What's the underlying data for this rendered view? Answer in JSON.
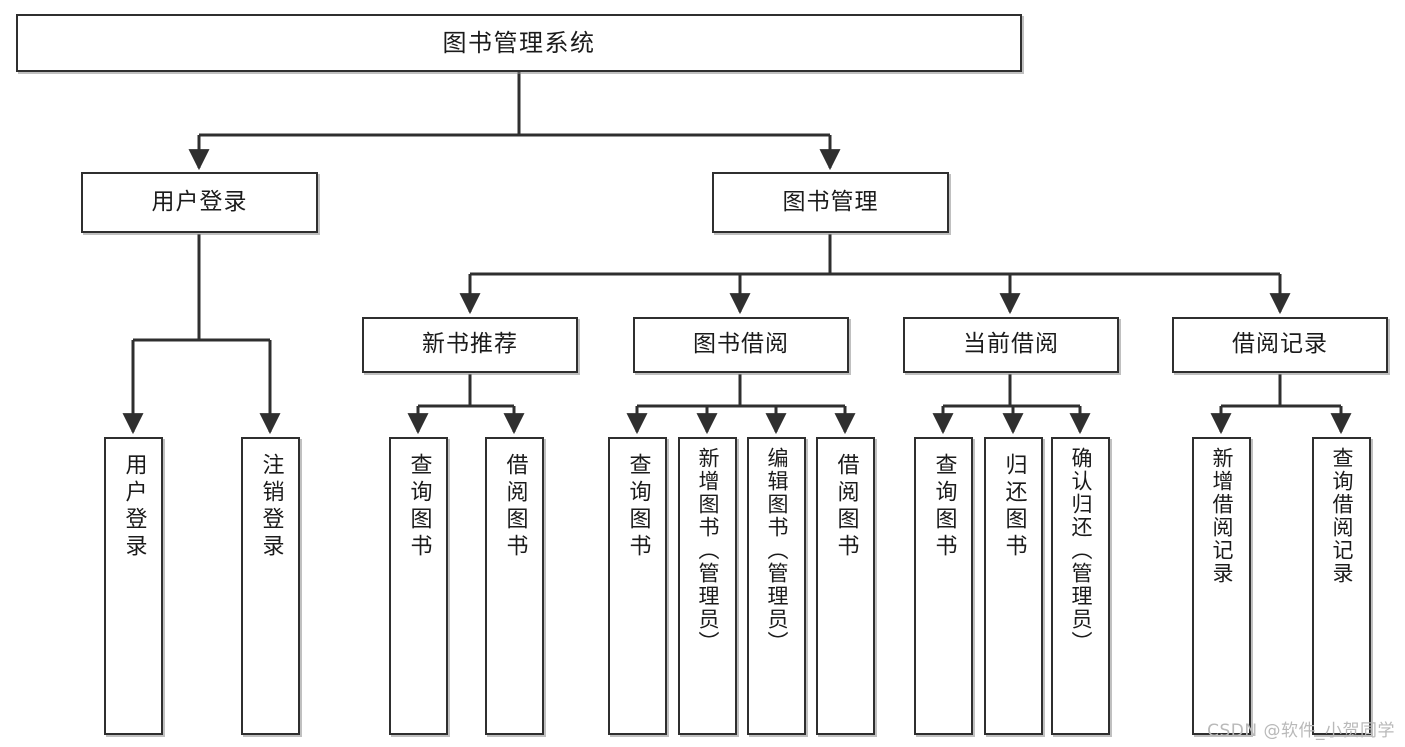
{
  "diagram": {
    "title": "图书管理系统",
    "type": "tree",
    "orientation": "top-down",
    "colors": {
      "node_border": "#2f2f2f",
      "node_fill": "#ffffff",
      "edge": "#2f2f2f",
      "text": "#1b1b1b",
      "watermark": "#b9b9b9",
      "background": "#ffffff"
    },
    "watermark": "CSDN @软件_小贺同学"
  },
  "nodes": {
    "root": {
      "label": "图书管理系统"
    },
    "level1": [
      {
        "label": "用户登录"
      },
      {
        "label": "图书管理"
      }
    ],
    "level2": [
      {
        "label": "新书推荐"
      },
      {
        "label": "图书借阅"
      },
      {
        "label": "当前借阅"
      },
      {
        "label": "借阅记录"
      }
    ],
    "leaves": {
      "user_login": [
        {
          "label": "用户登录"
        },
        {
          "label": "注销登录"
        }
      ],
      "new_book_recommend": [
        {
          "label": "查询图书"
        },
        {
          "label": "借阅图书"
        }
      ],
      "book_borrow": [
        {
          "label": "查询图书"
        },
        {
          "label": "新增图书（管理员）"
        },
        {
          "label": "编辑图书（管理员）"
        },
        {
          "label": "借阅图书"
        }
      ],
      "current_borrow": [
        {
          "label": "查询图书"
        },
        {
          "label": "归还图书"
        },
        {
          "label": "确认归还（管理员）"
        }
      ],
      "borrow_record": [
        {
          "label": "新增借阅记录"
        },
        {
          "label": "查询借阅记录"
        }
      ]
    }
  }
}
